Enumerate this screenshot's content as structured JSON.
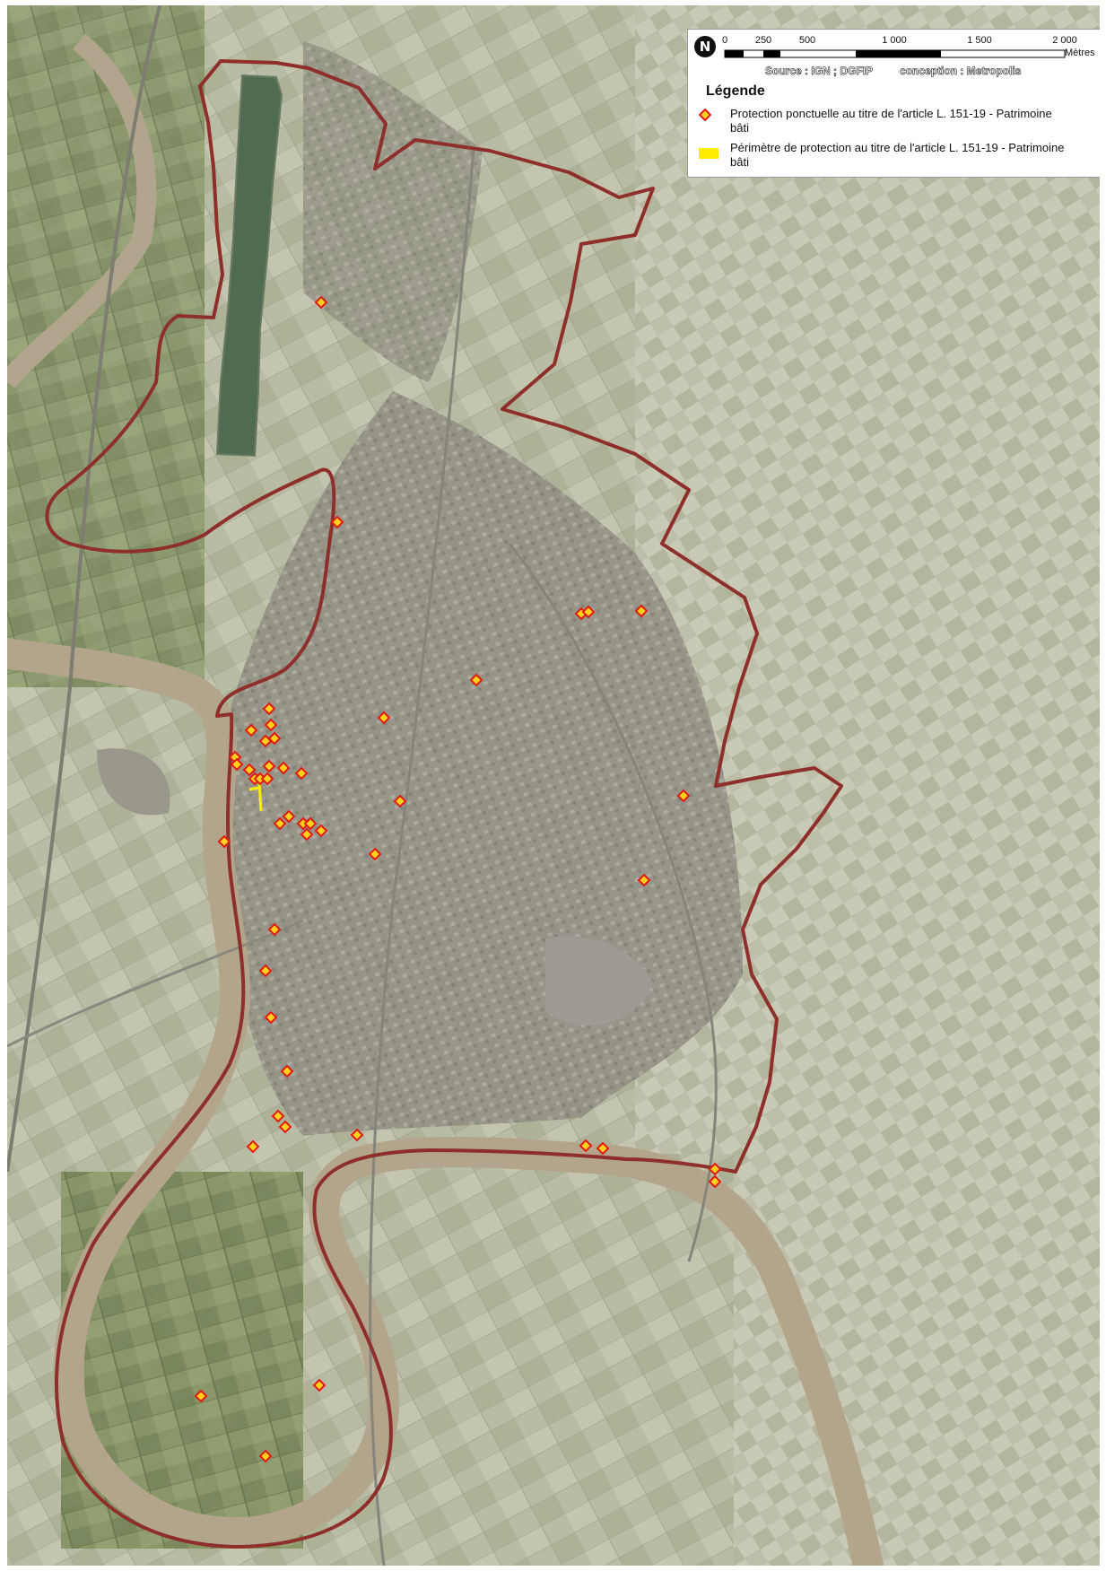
{
  "map": {
    "colors": {
      "river": "#b5a890",
      "boundary": "#8e2f2b",
      "point_fill": "#ffd21c",
      "point_stroke": "#e11a14",
      "perimeter": "#ffec00",
      "urban": "#8f8d81",
      "field_light": "#c5c7b1",
      "field_green": "#7a8b5a",
      "lake": "#4e6b4f"
    },
    "icons": [
      "north-arrow-icon",
      "diamond-point-icon",
      "yellow-perimeter-swatch"
    ]
  },
  "legend": {
    "north_symbol": "N",
    "scale": {
      "labels": [
        "0",
        "250",
        "500",
        "1 000",
        "1 500",
        "2 000"
      ],
      "unit": "Mètres"
    },
    "source": "Source : IGN ; DGFIP",
    "conception": "conception : Metropolis",
    "title": "Légende",
    "items": [
      {
        "label": "Protection ponctuelle au titre de l'article L. 151-19 - Patrimoine bâti",
        "symbol": "diamond-point-icon"
      },
      {
        "label": "Périmètre de protection au titre de l'article L. 151-19 - Patrimoine bâti",
        "symbol": "yellow-perimeter-swatch"
      }
    ]
  }
}
